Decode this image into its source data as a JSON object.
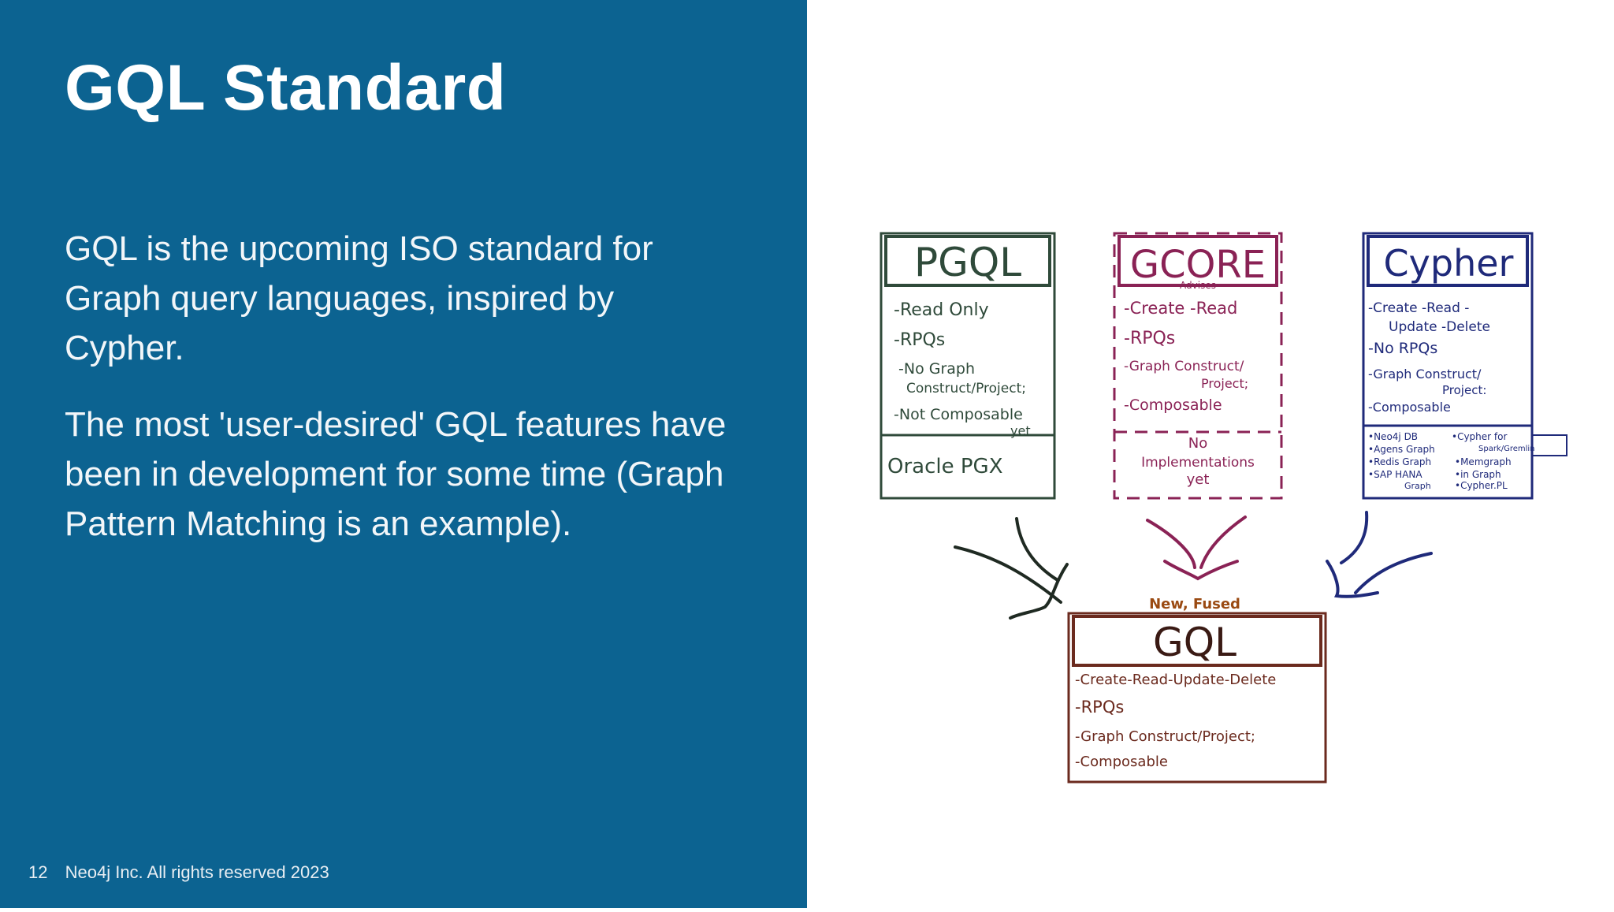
{
  "slide": {
    "title": "GQL Standard",
    "paragraph_1": "GQL is the upcoming ISO standard for Graph query languages, inspired by Cypher.",
    "paragraph_2": "The most 'user-desired'  GQL features have been in development for some time (Graph Pattern Matching is an example).",
    "page_number": "12",
    "footer": "Neo4j Inc. All rights reserved 2023",
    "background_color": "#0c6391"
  },
  "sketch": {
    "pgql": {
      "title": "PGQL",
      "color": "#2f4a3a",
      "items": [
        "-Read Only",
        "-RPQs",
        "-No Graph",
        "Construct/Project;",
        "-Not Composable",
        "yet"
      ],
      "footer": "Oracle PGX"
    },
    "gcore": {
      "title": "GCORE",
      "advises": "Advises",
      "color": "#8a2255",
      "items": [
        "-Create -Read",
        "-RPQs",
        "-Graph Construct/",
        "Project;",
        "-Composable"
      ],
      "footer_1": "No",
      "footer_2": "Implementations",
      "footer_3": "yet"
    },
    "cypher": {
      "title": "Cypher",
      "color": "#1f2a7a",
      "items": [
        "-Create -Read -",
        "Update -Delete",
        "-No RPQs",
        "-Graph Construct/",
        "Project:",
        "-Composable"
      ],
      "impl": [
        "•Neo4j DB",
        "•Cypher for",
        "•Agens Graph",
        "Spark/Gremlin",
        "•Redis Graph",
        "•Memgraph",
        "•SAP HANA",
        "•in Graph",
        "Graph",
        "•Cypher.PL"
      ]
    },
    "gql": {
      "label": "New, Fused",
      "title": "GQL",
      "color": "#6b2a1e",
      "items": [
        "-Create-Read-Update-Delete",
        "-RPQs",
        "-Graph Construct/Project;",
        "-Composable"
      ]
    }
  }
}
